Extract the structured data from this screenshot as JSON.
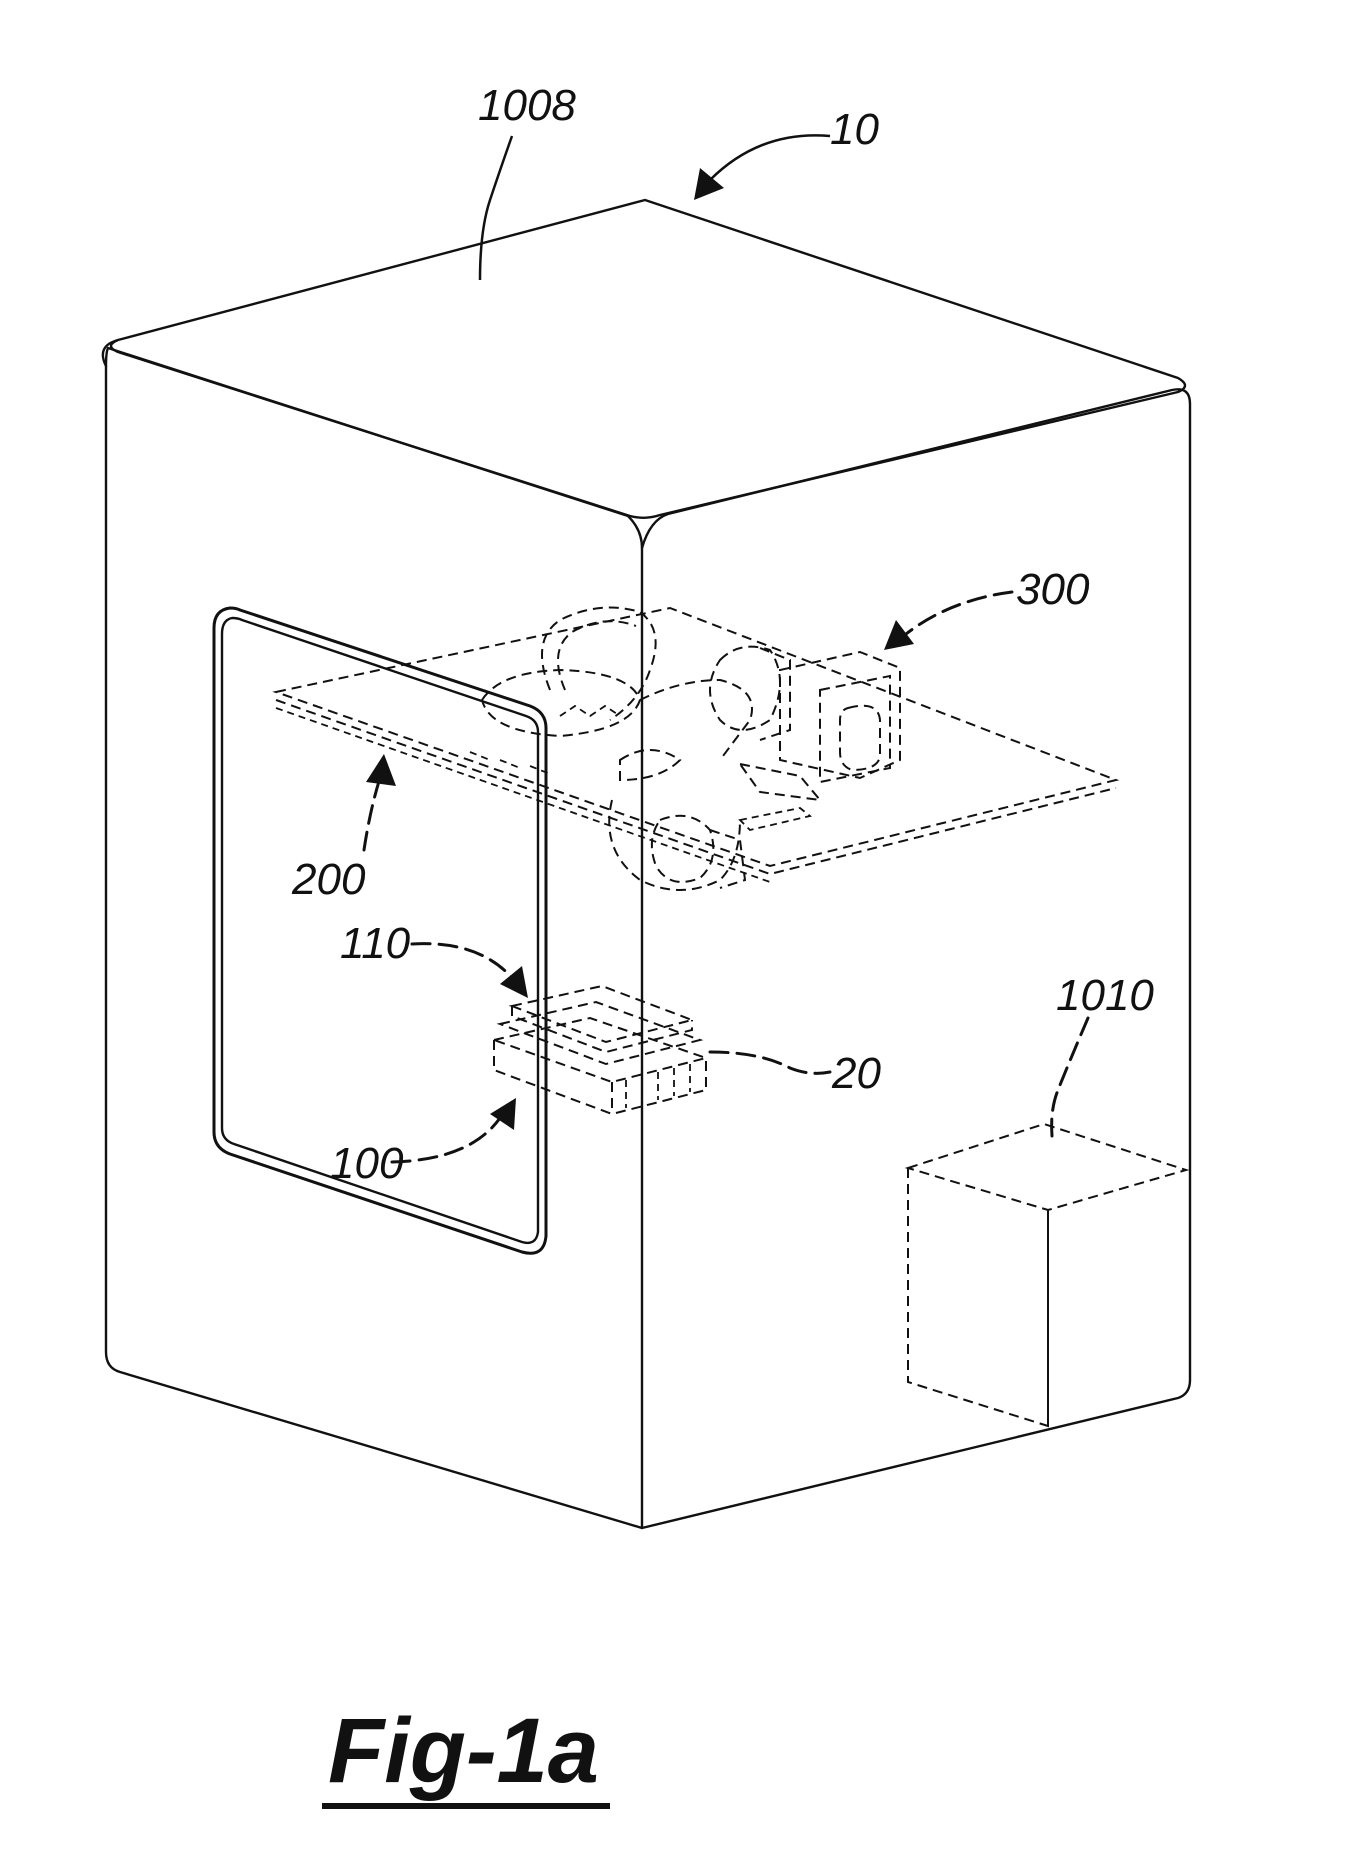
{
  "figure": {
    "caption": "Fig-1a"
  },
  "reference_numerals": {
    "device": "10",
    "top_panel": "1008",
    "upper_board": "200",
    "mechanism": "300",
    "module_lid": "110",
    "module": "20",
    "module_base": "100",
    "compartment": "1010"
  }
}
